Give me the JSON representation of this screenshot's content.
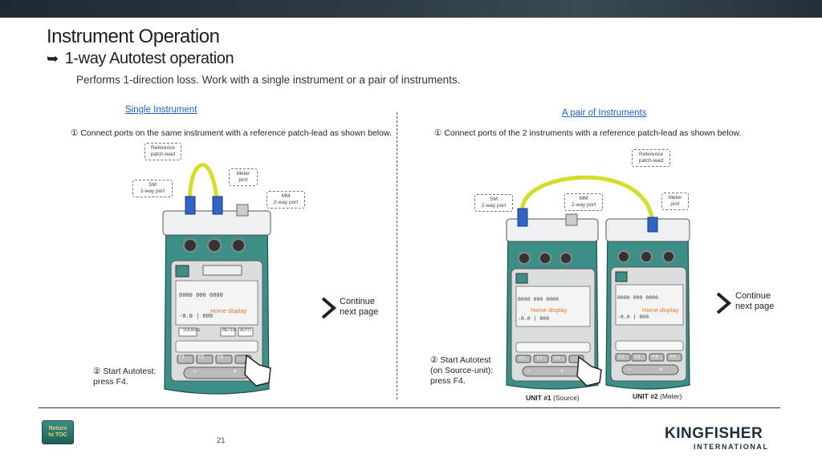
{
  "header": {
    "title": "Instrument Operation",
    "subtitle": "1-way Autotest operation",
    "description": "Performs 1-direction loss. Work with a single instrument or a pair of instruments."
  },
  "single": {
    "heading": "Single Instrument",
    "step1": "① Connect ports on the same instrument with a reference patch-lead as shown below.",
    "callout_ref": [
      "Reference",
      "patch-lead"
    ],
    "callout_meter": [
      "Meter",
      "port"
    ],
    "callout_sm": [
      "SM",
      "2-way port"
    ],
    "callout_mm": [
      "MM",
      "2-way port"
    ],
    "screen_label": "Home display",
    "continue": [
      "Continue",
      "next page"
    ],
    "start_line1": "② Start Autotest:",
    "start_line2": "press F4."
  },
  "pair": {
    "heading": "A pair of Instruments",
    "step1": "① Connect ports of the 2 instruments with a reference patch-lead as shown below.",
    "callout_ref": [
      "Reference",
      "patch-lead"
    ],
    "callout_sm": [
      "SM",
      "2-way port"
    ],
    "callout_mm": [
      "MM",
      "2-way port"
    ],
    "callout_meter": [
      "Meter",
      "port"
    ],
    "screen_label": "Home display",
    "continue": [
      "Continue",
      "next page"
    ],
    "start_line1": "② Start Autotest",
    "start_line2": "(on Source-unit):",
    "start_line3": "press F4.",
    "unit1_name": "UNIT #1",
    "unit1_role": "(Source)",
    "unit2_name": "UNIT #2",
    "unit2_role": "(Meter)"
  },
  "device": {
    "keys": [
      "F1",
      "F2",
      "F3",
      "F4"
    ],
    "soft_keys": [
      "SOURCE",
      "METER",
      "AUTO"
    ],
    "minus": "−",
    "plus": "+"
  },
  "footer": {
    "toc_line1": "Return",
    "toc_line2": "to TOC",
    "page_number": "21",
    "logo_name": "KINGFISHER",
    "logo_sub": "INTERNATIONAL"
  },
  "colors": {
    "device_body": "#3c8f86",
    "device_dark": "#245e57",
    "patch_lead": "#d6dc2a",
    "connector": "#2f63c4",
    "link": "#1f5fbf",
    "label_orange": "#e07a2a"
  }
}
